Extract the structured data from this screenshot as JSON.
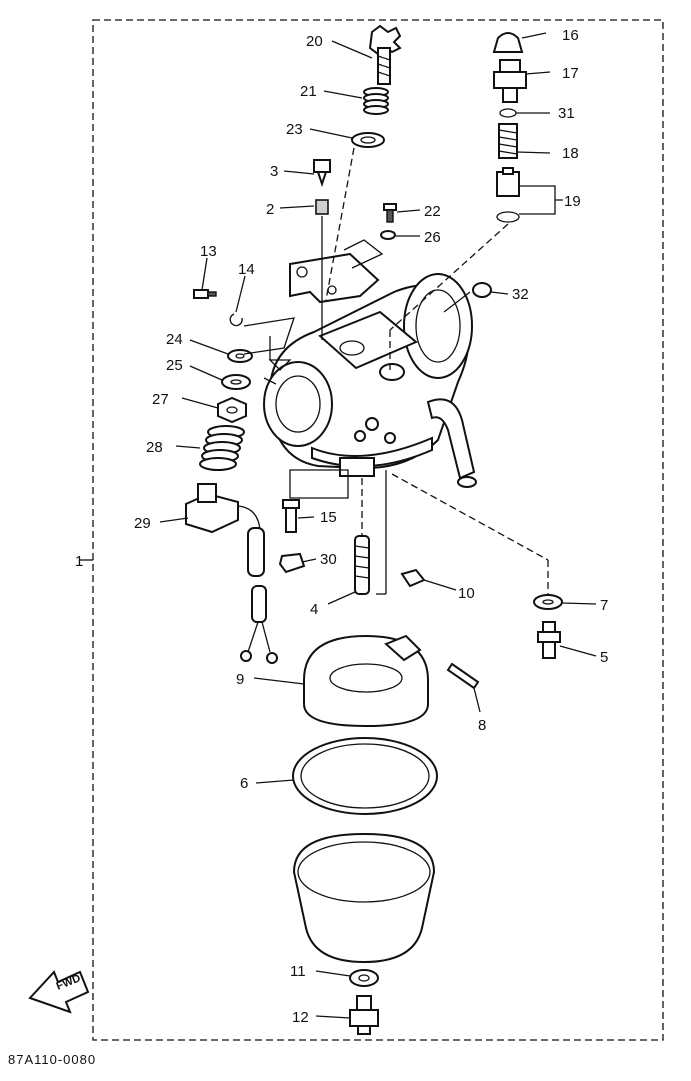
{
  "diagram": {
    "labels": {
      "p1": "1",
      "p2": "2",
      "p3": "3",
      "p4": "4",
      "p5": "5",
      "p6": "6",
      "p7": "7",
      "p8": "8",
      "p9": "9",
      "p10": "10",
      "p11": "11",
      "p12": "12",
      "p13": "13",
      "p14": "14",
      "p15": "15",
      "p16": "16",
      "p17": "17",
      "p18": "18",
      "p19": "19",
      "p20": "20",
      "p21": "21",
      "p22": "22",
      "p23": "23",
      "p24": "24",
      "p25": "25",
      "p26": "26",
      "p27": "27",
      "p28": "28",
      "p29": "29",
      "p30": "30",
      "p31": "31",
      "p32": "32"
    },
    "direction_arrow": "FWD",
    "figure_code": "87A110-0080"
  }
}
